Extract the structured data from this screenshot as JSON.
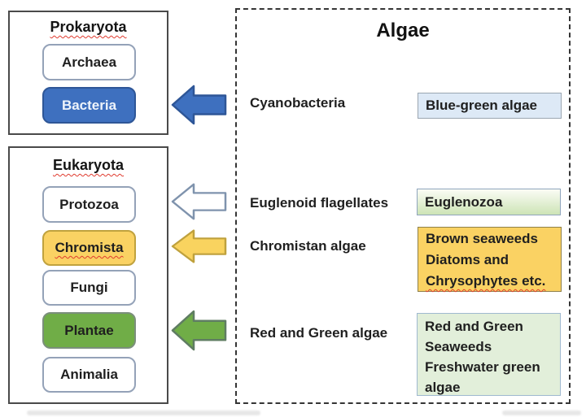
{
  "colors": {
    "bacteria_fill": "#3e70bf",
    "bacteria_border": "#2e5697",
    "bacteria_text": "#eef4fb",
    "chromista_fill": "#fad263",
    "chromista_border": "#c0a23e",
    "plantae_fill": "#70ad47",
    "plantae_border": "#7b8f7b",
    "white_fill": "#ffffff",
    "pill_border": "#94a2b8",
    "bluegreen_fill": "#dde9f6",
    "bluegreen_border": "#9aa5b1",
    "euglenozoa_fill": "linear-gradient(to bottom, #fbfcf5, #cde4b6)",
    "euglenozoa_border": "#8fa5bd",
    "chromistan_fill": "#fad263",
    "chromistan_border": "#8f8048",
    "redgreen_fill": "#e2efda",
    "redgreen_border": "#9fb9d0",
    "squiggle_red": "#e03b2f"
  },
  "prokaryota": {
    "title": "Prokaryota",
    "items": [
      {
        "label": "Archaea"
      },
      {
        "label": "Bacteria"
      }
    ]
  },
  "eukaryota": {
    "title": "Eukaryota",
    "items": [
      {
        "label": "Protozoa"
      },
      {
        "label": "Chromista"
      },
      {
        "label": "Fungi"
      },
      {
        "label": "Plantae"
      },
      {
        "label": "Animalia"
      }
    ]
  },
  "algae": {
    "title": "Algae",
    "rows": [
      {
        "label": "Cyanobacteria",
        "value": "Blue-green algae"
      },
      {
        "label": "Euglenoid flagellates",
        "value": "Euglenozoa"
      },
      {
        "label": "Chromistan algae",
        "lines": [
          "Brown seaweeds",
          "Diatoms and",
          "Chrysophytes etc."
        ]
      },
      {
        "label": "Red and Green algae",
        "lines": [
          "Red and Green",
          "Seaweeds",
          "Freshwater green",
          "algae"
        ]
      }
    ]
  },
  "arrows": [
    {
      "points_to": "Bacteria",
      "fill": "#3e70bf",
      "stroke": "#2e5697"
    },
    {
      "points_to": "Protozoa",
      "fill": "#ffffff",
      "stroke": "#7f93ad"
    },
    {
      "points_to": "Chromista",
      "fill": "#f9d35f",
      "stroke": "#bfa13d"
    },
    {
      "points_to": "Plantae",
      "fill": "#70ad47",
      "stroke": "#5f7d62"
    }
  ]
}
